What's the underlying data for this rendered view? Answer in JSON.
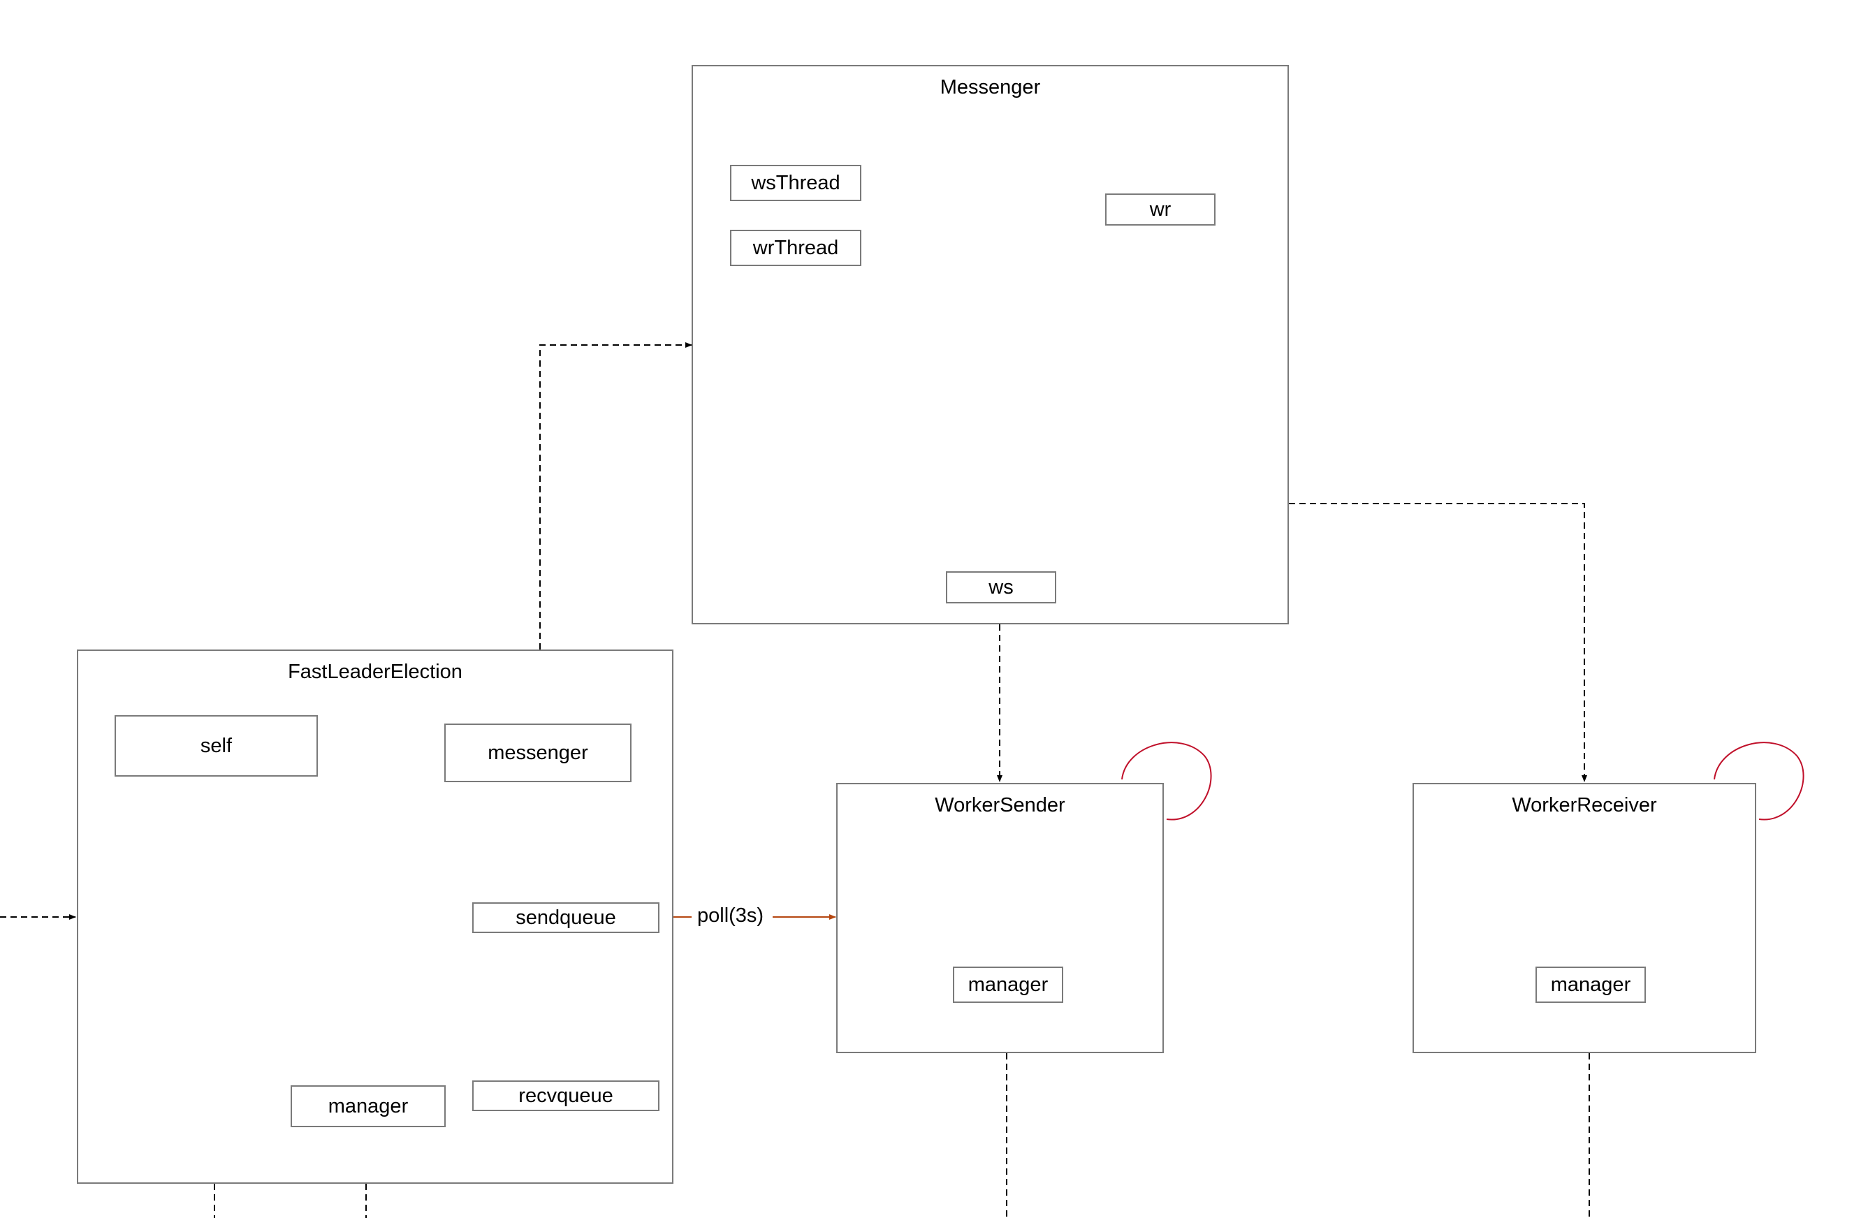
{
  "colors": {
    "border": "#7a7a7a",
    "dependency": "#000000",
    "poll_arrow": "#b5460f",
    "self_loop": "#c0102a"
  },
  "messenger": {
    "title": "Messenger",
    "fields": {
      "ws_thread": "wsThread",
      "wr_thread": "wrThread",
      "wr": "wr",
      "ws": "ws"
    }
  },
  "fast_leader_election": {
    "title": "FastLeaderElection",
    "fields": {
      "self": "self",
      "messenger": "messenger",
      "sendqueue": "sendqueue",
      "manager": "manager",
      "recvqueue": "recvqueue"
    }
  },
  "worker_sender": {
    "title": "WorkerSender",
    "fields": {
      "manager": "manager"
    }
  },
  "worker_receiver": {
    "title": "WorkerReceiver",
    "fields": {
      "manager": "manager"
    }
  },
  "edges": {
    "poll_label": "poll(3s)"
  }
}
